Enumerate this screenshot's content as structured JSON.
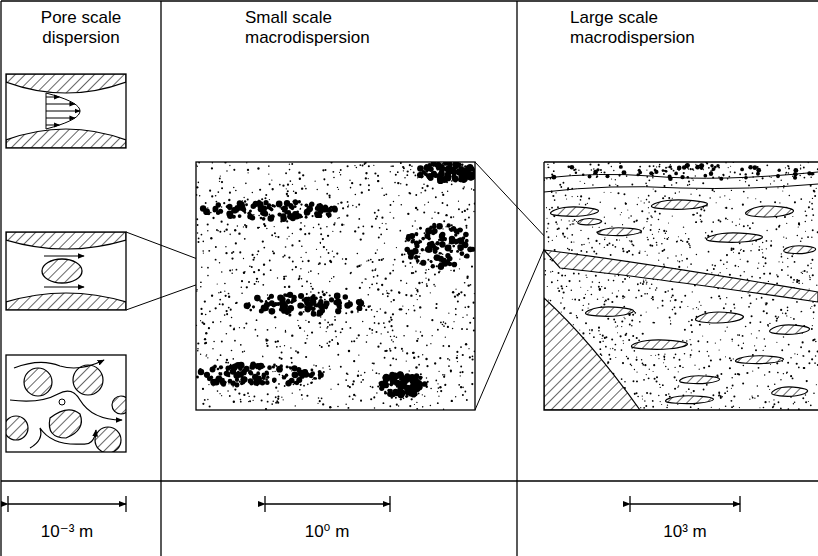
{
  "diagram": {
    "labels": [
      "Pore scale dispersion",
      "Small scale macrodispersion",
      "Large scale macrodispersion",
      "10⁻³ m",
      "10⁰ m",
      "10³ m"
    ]
  }
}
